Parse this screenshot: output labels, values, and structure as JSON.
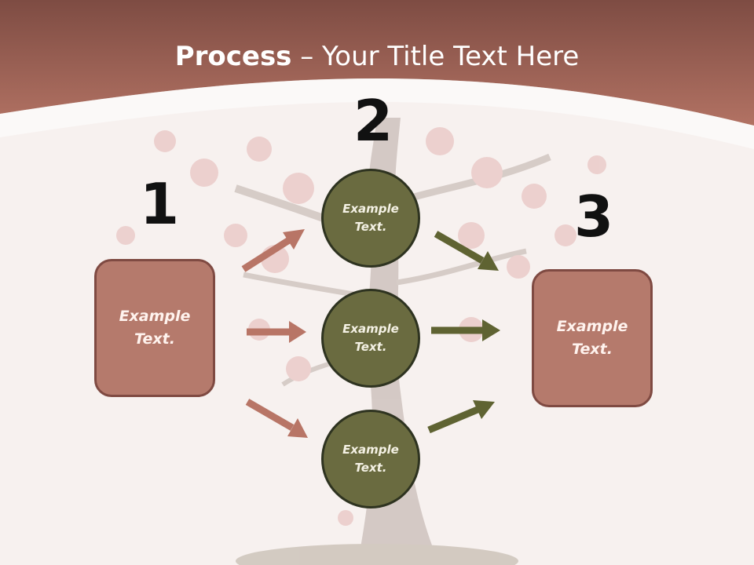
{
  "slide": {
    "title_strong": "Process",
    "title_rest": " – Your Title Text Here",
    "step1_number": "1",
    "step2_number": "2",
    "step3_number": "3",
    "box_left_line1": "Example",
    "box_left_line2": "Text.",
    "box_right_line1": "Example",
    "box_right_line2": "Text.",
    "circles": [
      {
        "line1": "Example",
        "line2": "Text."
      },
      {
        "line1": "Example",
        "line2": "Text."
      },
      {
        "line1": "Example",
        "line2": "Text."
      }
    ]
  },
  "colors": {
    "header": "#9c5b50",
    "box_fill": "#b57a6c",
    "box_border": "#7f4a42",
    "circle_fill": "#6a6b40",
    "circle_border": "#2e3320",
    "arrow_left": "#b87566",
    "arrow_right": "#5f6332",
    "background": "#f7f1ef"
  }
}
